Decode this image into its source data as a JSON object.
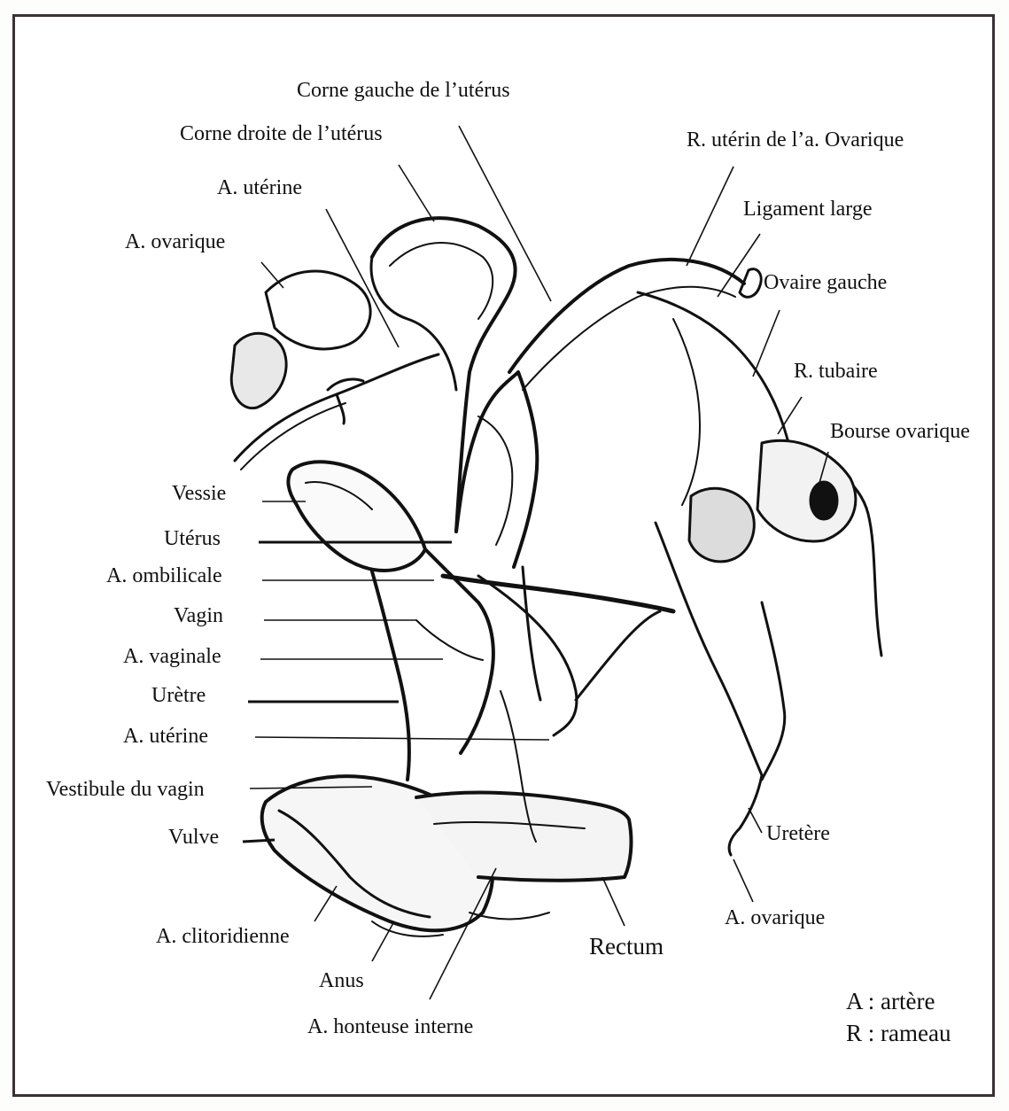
{
  "figure": {
    "labels": {
      "corne_gauche": "Corne gauche de l’utérus",
      "corne_droite": "Corne droite de l’utérus",
      "r_uterin_ovarique": "R. utérin de l’a. Ovarique",
      "a_uterine_top": "A. utérine",
      "ligament_large": "Ligament large",
      "a_ovarique_left": "A. ovarique",
      "ovaire_gauche": "Ovaire gauche",
      "r_tubaire": "R. tubaire",
      "bourse_ovarique": "Bourse ovarique",
      "vessie": "Vessie",
      "uterus": "Utérus",
      "a_ombilicale": "A. ombilicale",
      "vagin": "Vagin",
      "a_vaginale": "A. vaginale",
      "uretre": "Urètre",
      "a_uterine_bottom": "A. utérine",
      "vestibule": "Vestibule du vagin",
      "vulve": "Vulve",
      "uretere": "Uretère",
      "a_clitoridienne": "A. clitoridienne",
      "a_ovarique_bottom": "A. ovarique",
      "rectum": "Rectum",
      "anus": "Anus",
      "a_honteuse": "A. honteuse interne"
    },
    "legend": {
      "artery": "A : artère",
      "branch": "R : rameau"
    },
    "colors": {
      "frame": "#3a3036",
      "ink": "#111111"
    }
  }
}
